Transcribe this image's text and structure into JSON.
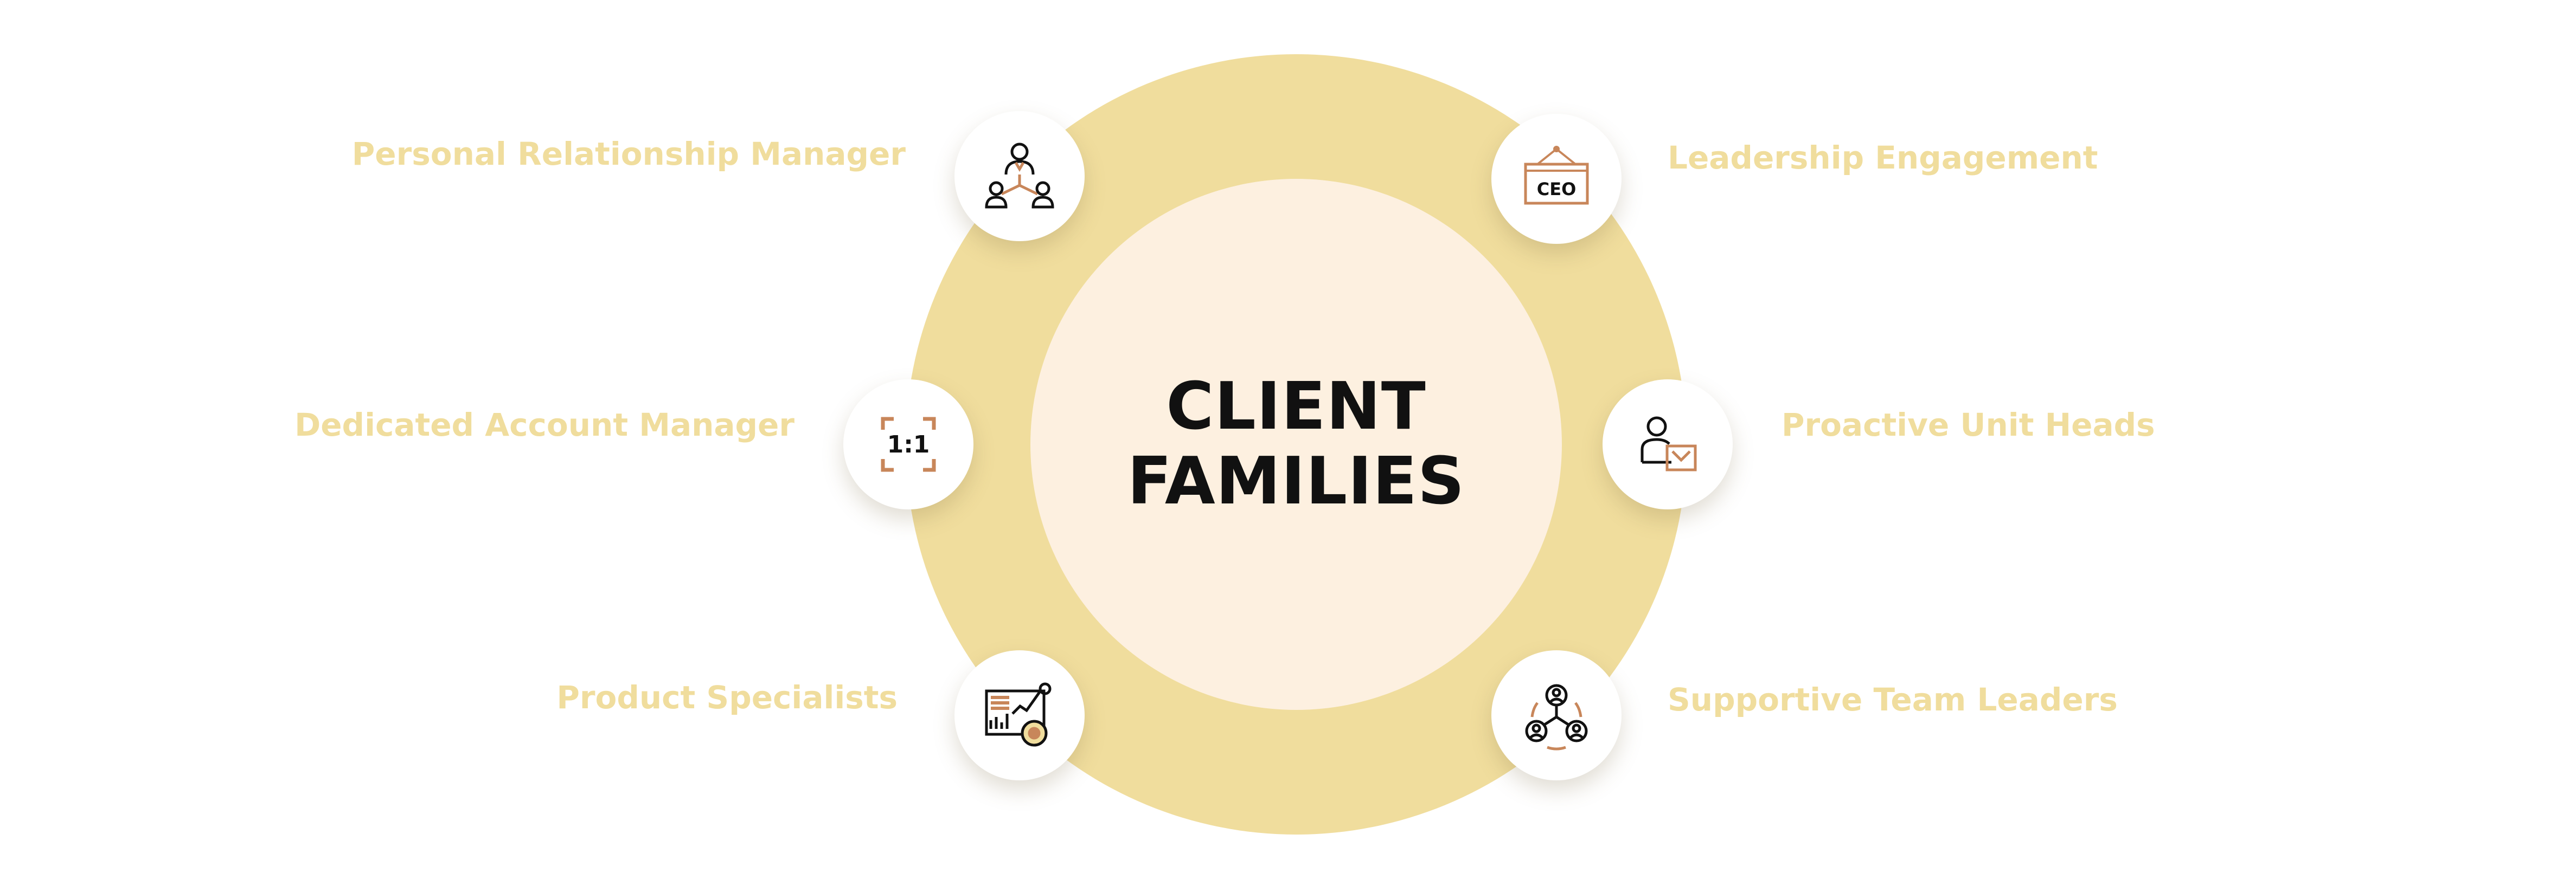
{
  "center": {
    "line1": "CLIENT",
    "line2": "FAMILIES"
  },
  "nodes": {
    "personal_relationship_manager": {
      "label": "Personal Relationship Manager",
      "icon": "relationship-network-icon"
    },
    "dedicated_account_manager": {
      "label": "Dedicated Account Manager",
      "icon": "one-to-one-icon",
      "icon_text": "1:1"
    },
    "product_specialists": {
      "label": "Product Specialists",
      "icon": "analytics-dashboard-icon"
    },
    "leadership_engagement": {
      "label": "Leadership Engagement",
      "icon": "ceo-sign-icon",
      "icon_text": "CEO"
    },
    "proactive_unit_heads": {
      "label": "Proactive Unit Heads",
      "icon": "person-box-icon"
    },
    "supportive_team_leaders": {
      "label": "Supportive Team Leaders",
      "icon": "team-cycle-icon"
    }
  },
  "colors": {
    "ring": "#f0dd9d",
    "inner": "#fdf0e0",
    "accent": "#c8865a",
    "label": "#f0dd9d",
    "title": "#111111"
  }
}
